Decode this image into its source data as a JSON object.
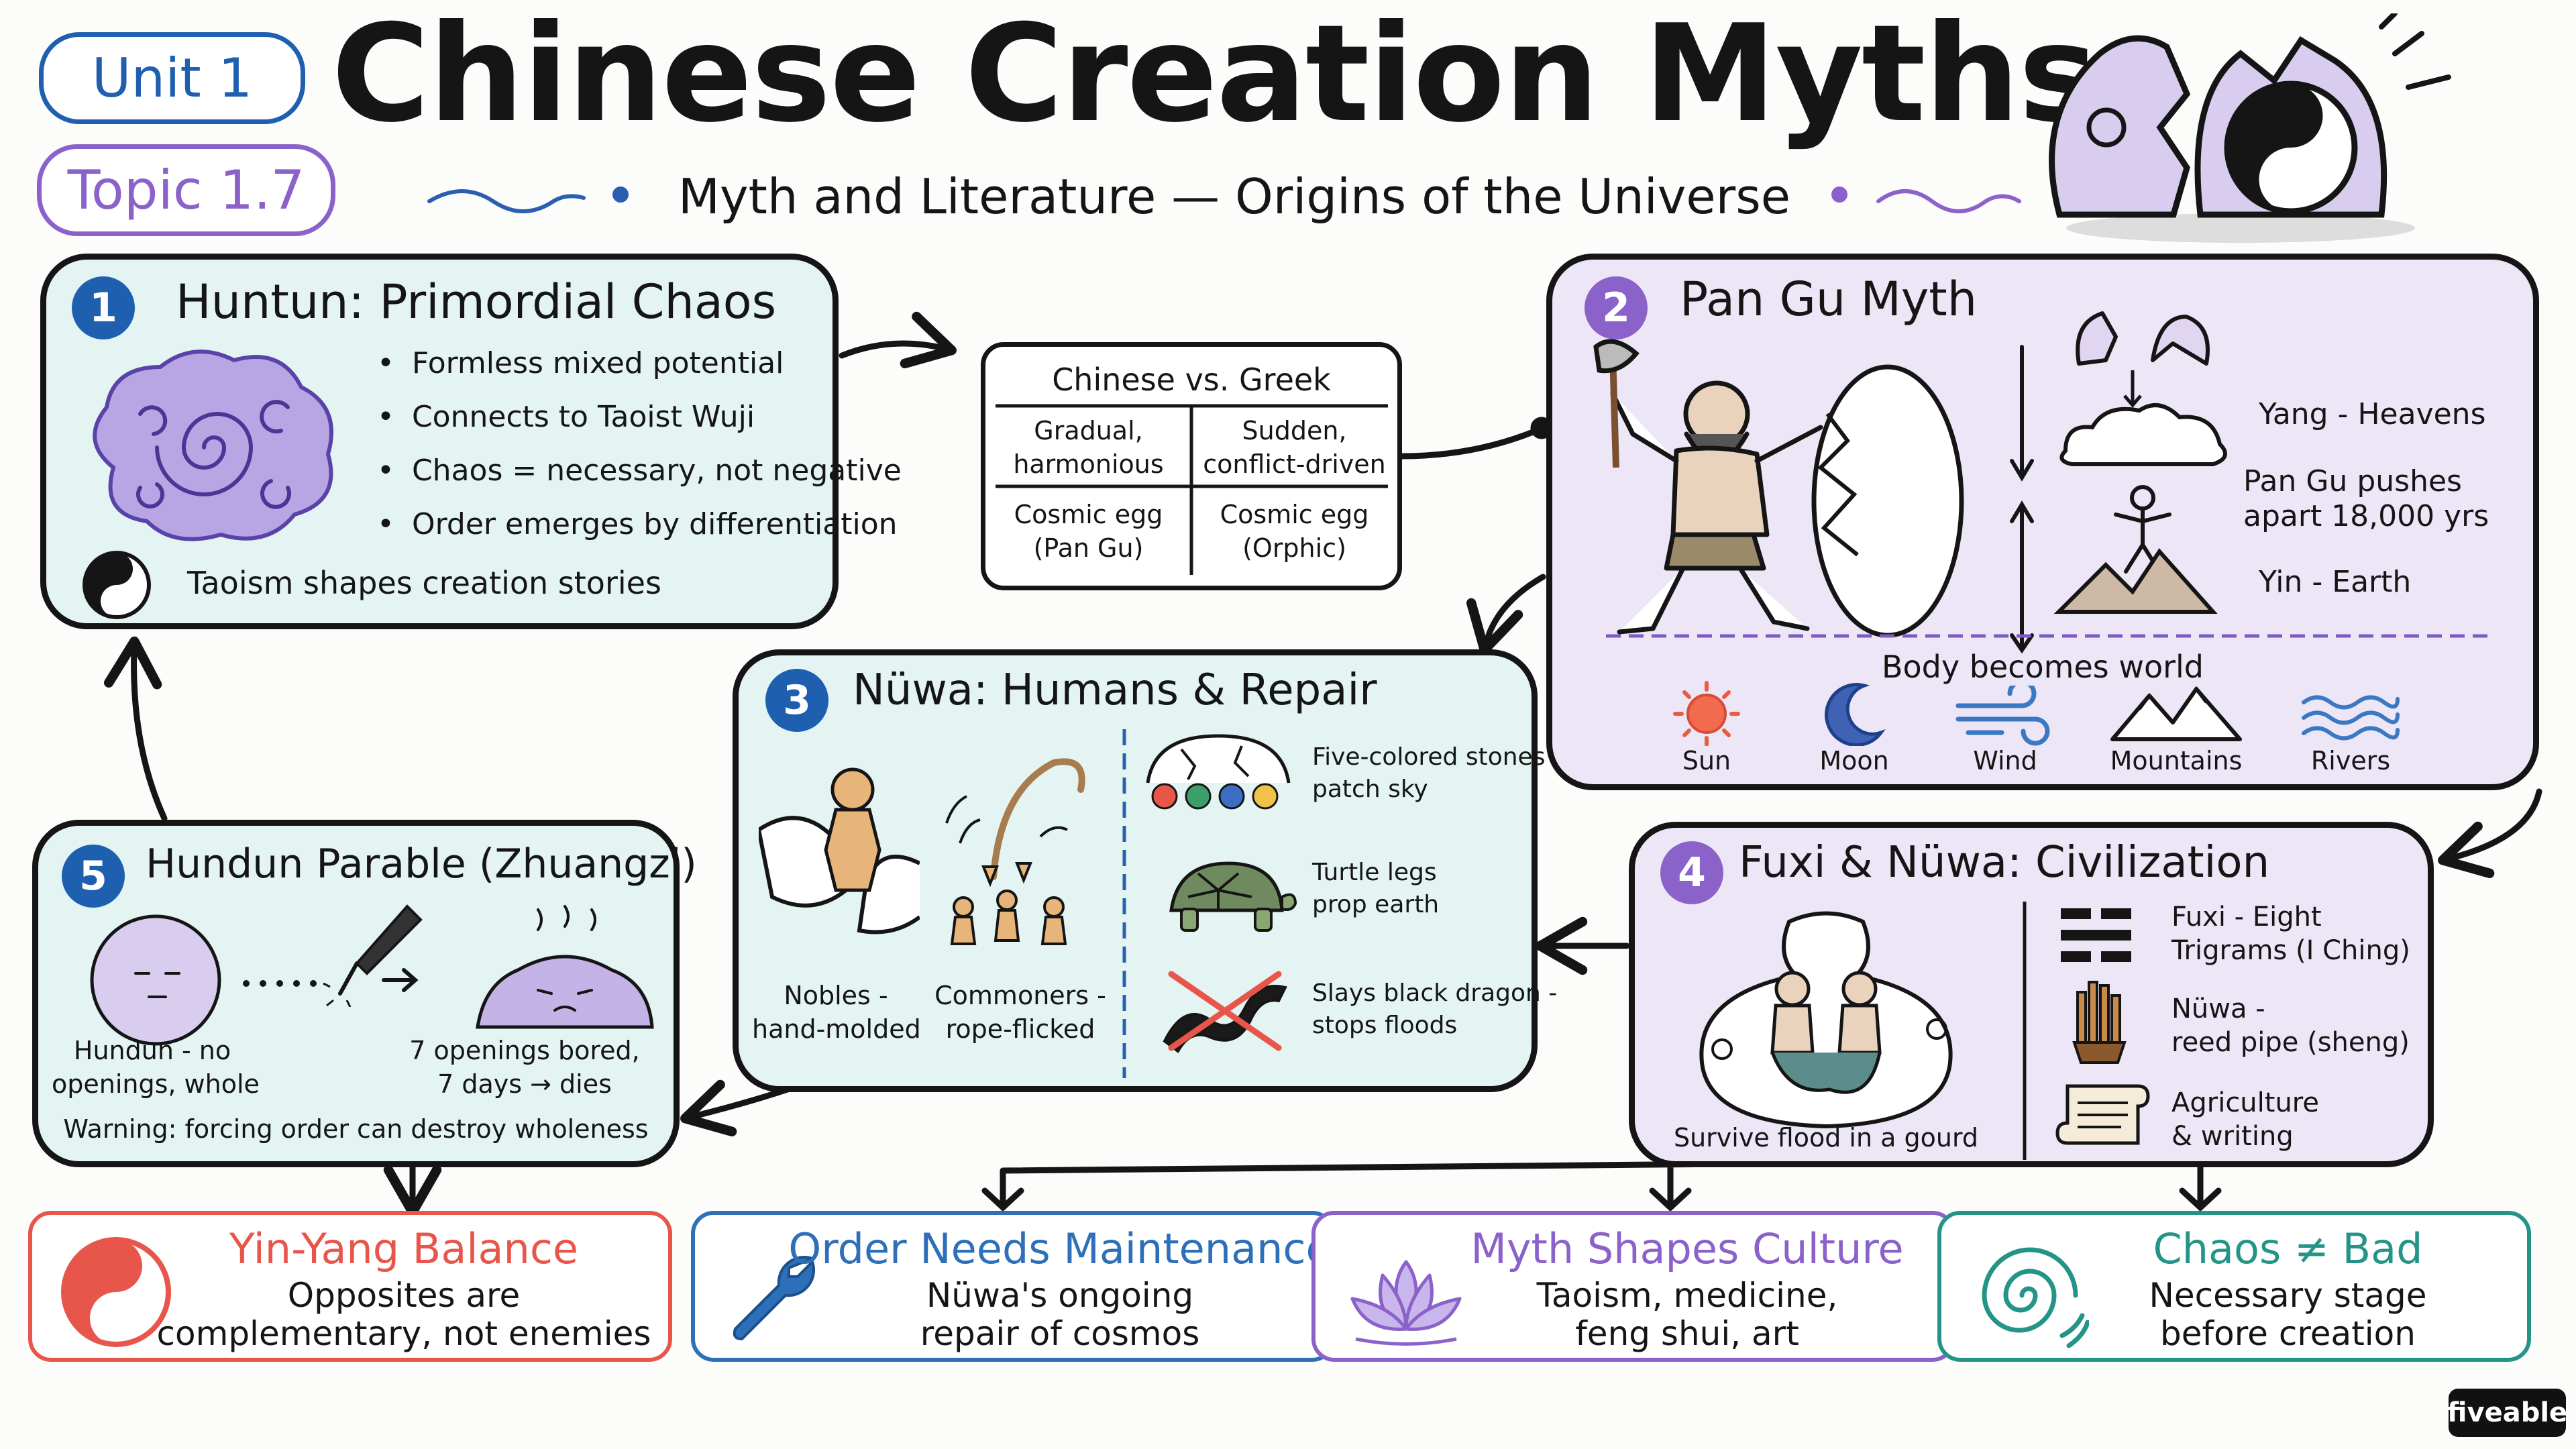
{
  "header": {
    "unit": "Unit 1",
    "topic": "Topic 1.7",
    "title": "Chinese Creation Myths",
    "subtitle": "Myth and Literature — Origins of the Universe"
  },
  "panel1": {
    "number": "1",
    "title": "Huntun: Primordial Chaos",
    "bullets": [
      "Formless mixed potential",
      "Connects to Taoist Wuji",
      "Chaos = necessary, not negative",
      "Order emerges by differentiation"
    ],
    "footer": "Taoism shapes creation stories"
  },
  "comparison": {
    "title": "Chinese vs. Greek",
    "rows": [
      [
        "Gradual,\nharmonious",
        "Sudden,\nconflict-driven"
      ],
      [
        "Cosmic egg\n(Pan Gu)",
        "Cosmic egg\n(Orphic)"
      ]
    ]
  },
  "panel2": {
    "number": "2",
    "title": "Pan Gu Myth",
    "yang": "Yang - Heavens",
    "pushes": "Pan Gu pushes\napart 18,000 yrs",
    "yin": "Yin - Earth",
    "body": "Body becomes world",
    "items": [
      "Sun",
      "Moon",
      "Wind",
      "Mountains",
      "Rivers"
    ]
  },
  "panel3": {
    "number": "3",
    "title": "Nüwa: Humans & Repair",
    "nobles": "Nobles -\nhand-molded",
    "commoners": "Commoners -\nrope-flicked",
    "stones": "Five-colored stones\npatch sky",
    "turtle": "Turtle legs\nprop earth",
    "dragon": "Slays black dragon -\nstops floods"
  },
  "panel4": {
    "number": "4",
    "title": "Fuxi & Nüwa: Civilization",
    "gourd": "Survive flood in a gourd",
    "fuxi": "Fuxi - Eight\nTrigrams (I Ching)",
    "nuwa": "Nüwa -\nreed pipe (sheng)",
    "agri": "Agriculture\n& writing"
  },
  "panel5": {
    "number": "5",
    "title": "Hundun Parable (Zhuangzi)",
    "left_caption": "Hundun - no\nopenings, whole",
    "right_caption": "7 openings bored,\n7 days → dies",
    "warning": "Warning: forcing order can destroy wholeness"
  },
  "takeaways": [
    {
      "title": "Yin-Yang Balance",
      "subtitle": "Opposites are\ncomplementary, not enemies",
      "color": "#e8554b"
    },
    {
      "title": "Order Needs Maintenance",
      "subtitle": "Nüwa's ongoing\nrepair of cosmos",
      "color": "#2d6fb8"
    },
    {
      "title": "Myth Shapes Culture",
      "subtitle": "Taoism, medicine,\nfeng shui, art",
      "color": "#8b62c9"
    },
    {
      "title": "Chaos ≠ Bad",
      "subtitle": "Necessary stage\nbefore creation",
      "color": "#239487"
    }
  ],
  "logo": "fiveable",
  "colors": {
    "blue": "#1f5fb0",
    "purple": "#8b62c9",
    "teal_fill": "#e3f4f2",
    "lavender_fill": "#ece6f6",
    "outline": "#151515"
  },
  "icons": [
    "cracked-egg-yin-yang-icon",
    "chaos-swirl-icon",
    "yin-yang-icon",
    "axe-icon",
    "sun-icon",
    "moon-icon",
    "wind-icon",
    "mountains-icon",
    "rivers-icon",
    "clay-figure-icon",
    "rope-icon",
    "stones-icon",
    "turtle-icon",
    "dragon-icon",
    "gourd-icon",
    "trigrams-icon",
    "sheng-icon",
    "scroll-icon",
    "blob-icon",
    "drill-icon",
    "wrench-icon",
    "lotus-icon",
    "spiral-icon"
  ]
}
